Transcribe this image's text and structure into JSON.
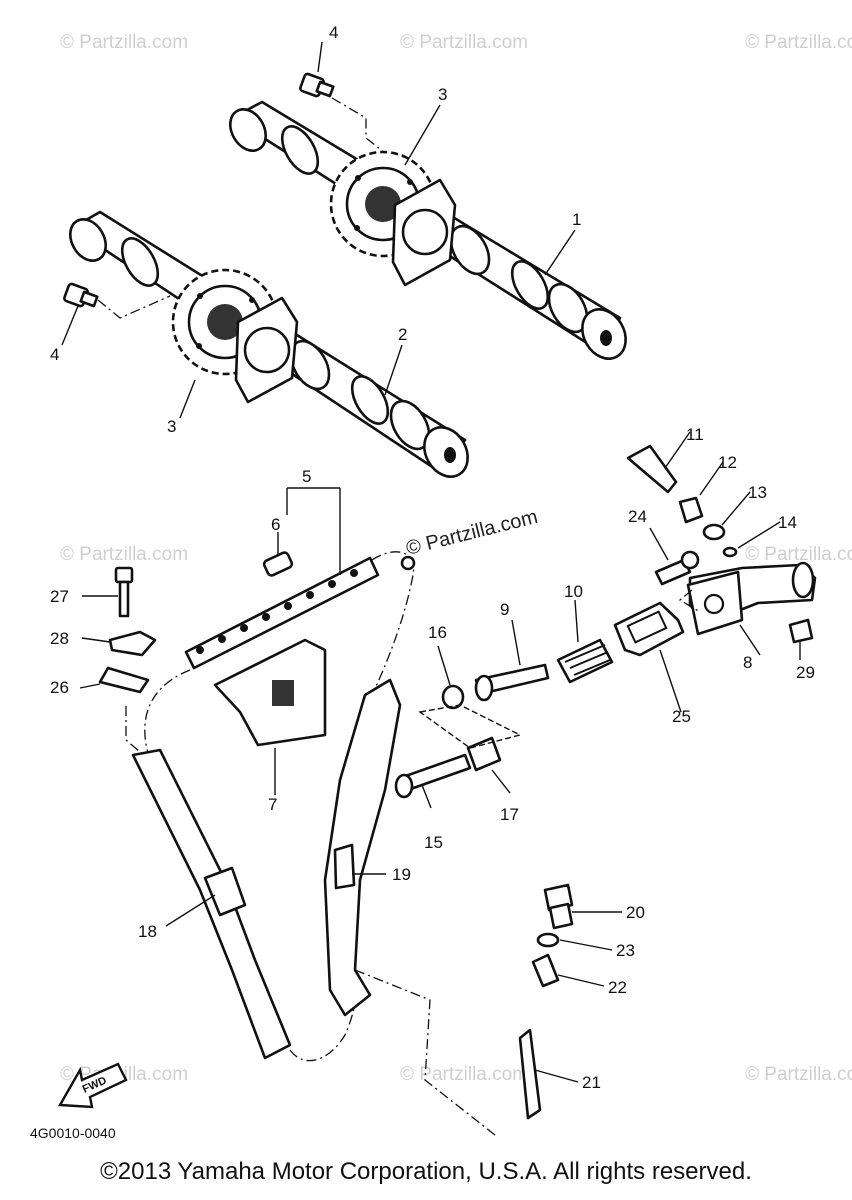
{
  "diagram": {
    "callouts": [
      "1",
      "2",
      "3",
      "3",
      "4",
      "4",
      "5",
      "6",
      "7",
      "8",
      "9",
      "10",
      "11",
      "12",
      "13",
      "14",
      "15",
      "16",
      "17",
      "18",
      "19",
      "20",
      "21",
      "22",
      "23",
      "24",
      "25",
      "26",
      "27",
      "28",
      "29"
    ],
    "drawing_code": "4G0010-0040",
    "fwd_label": "FWD",
    "copyright": "©2013 Yamaha Motor Corporation, U.S.A. All rights reserved.",
    "watermarks": {
      "main": "© Partzilla.com",
      "faint": "© Partzilla.com"
    }
  }
}
